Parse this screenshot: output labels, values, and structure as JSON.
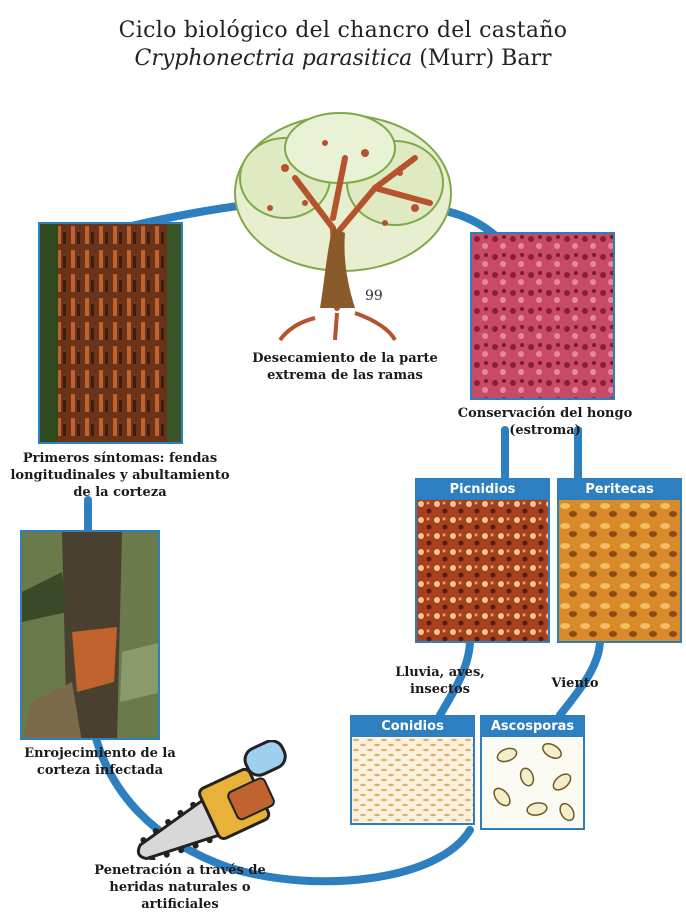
{
  "title": {
    "line1": "Ciclo biológico del chancro del castaño",
    "species_italic": "Cryphonectria parasitica",
    "species_rest": " (Murr) Barr"
  },
  "stages": {
    "tree": "Desecamiento de la parte extrema de las ramas",
    "stroma": "Conservación del hongo (estroma)",
    "first_symptoms": "Primeros síntomas: fendas longitudinales y abultamiento de la corteza",
    "reddening": "Enrojecimiento de la corteza infectada",
    "penetration": "Penetración a través de heridas naturales o artificiales"
  },
  "boxes": {
    "picnidios": "Picnidios",
    "peritecas": "Peritecas",
    "conidios": "Conidios",
    "ascosporas": "Ascosporas"
  },
  "vectors": {
    "rain": "Lluvia, aves, insectos",
    "wind": "Viento"
  },
  "signature": "99",
  "colors": {
    "cycle_line": "#2d7fc0",
    "bark_red": "#b5532e",
    "canker_pink": "#c0415a",
    "fungus_orange": "#d98a2a"
  }
}
